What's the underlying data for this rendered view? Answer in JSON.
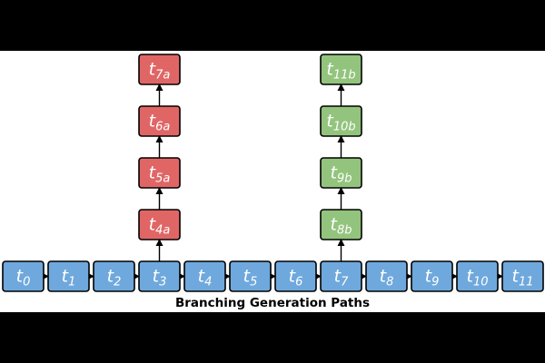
{
  "caption": "Branching Generation Paths",
  "colors": {
    "main": "#6fa8dc",
    "branch_a": "#e06666",
    "branch_b": "#93c47d",
    "border": "#000000",
    "background": "#ffffff",
    "frame": "#000000"
  },
  "main_path": [
    {
      "base": "t",
      "sub": "0"
    },
    {
      "base": "t",
      "sub": "1"
    },
    {
      "base": "t",
      "sub": "2"
    },
    {
      "base": "t",
      "sub": "3"
    },
    {
      "base": "t",
      "sub": "4"
    },
    {
      "base": "t",
      "sub": "5"
    },
    {
      "base": "t",
      "sub": "6"
    },
    {
      "base": "t",
      "sub": "7"
    },
    {
      "base": "t",
      "sub": "8"
    },
    {
      "base": "t",
      "sub": "9"
    },
    {
      "base": "t",
      "sub": "10"
    },
    {
      "base": "t",
      "sub": "11"
    }
  ],
  "branches": [
    {
      "name": "branch-a",
      "color_key": "branch_a",
      "root_index": 3,
      "nodes": [
        {
          "base": "t",
          "sub": "4a"
        },
        {
          "base": "t",
          "sub": "5a"
        },
        {
          "base": "t",
          "sub": "6a"
        },
        {
          "base": "t",
          "sub": "7a"
        }
      ]
    },
    {
      "name": "branch-b",
      "color_key": "branch_b",
      "root_index": 7,
      "nodes": [
        {
          "base": "t",
          "sub": "8b"
        },
        {
          "base": "t",
          "sub": "9b"
        },
        {
          "base": "t",
          "sub": "10b"
        },
        {
          "base": "t",
          "sub": "11b"
        }
      ]
    }
  ]
}
